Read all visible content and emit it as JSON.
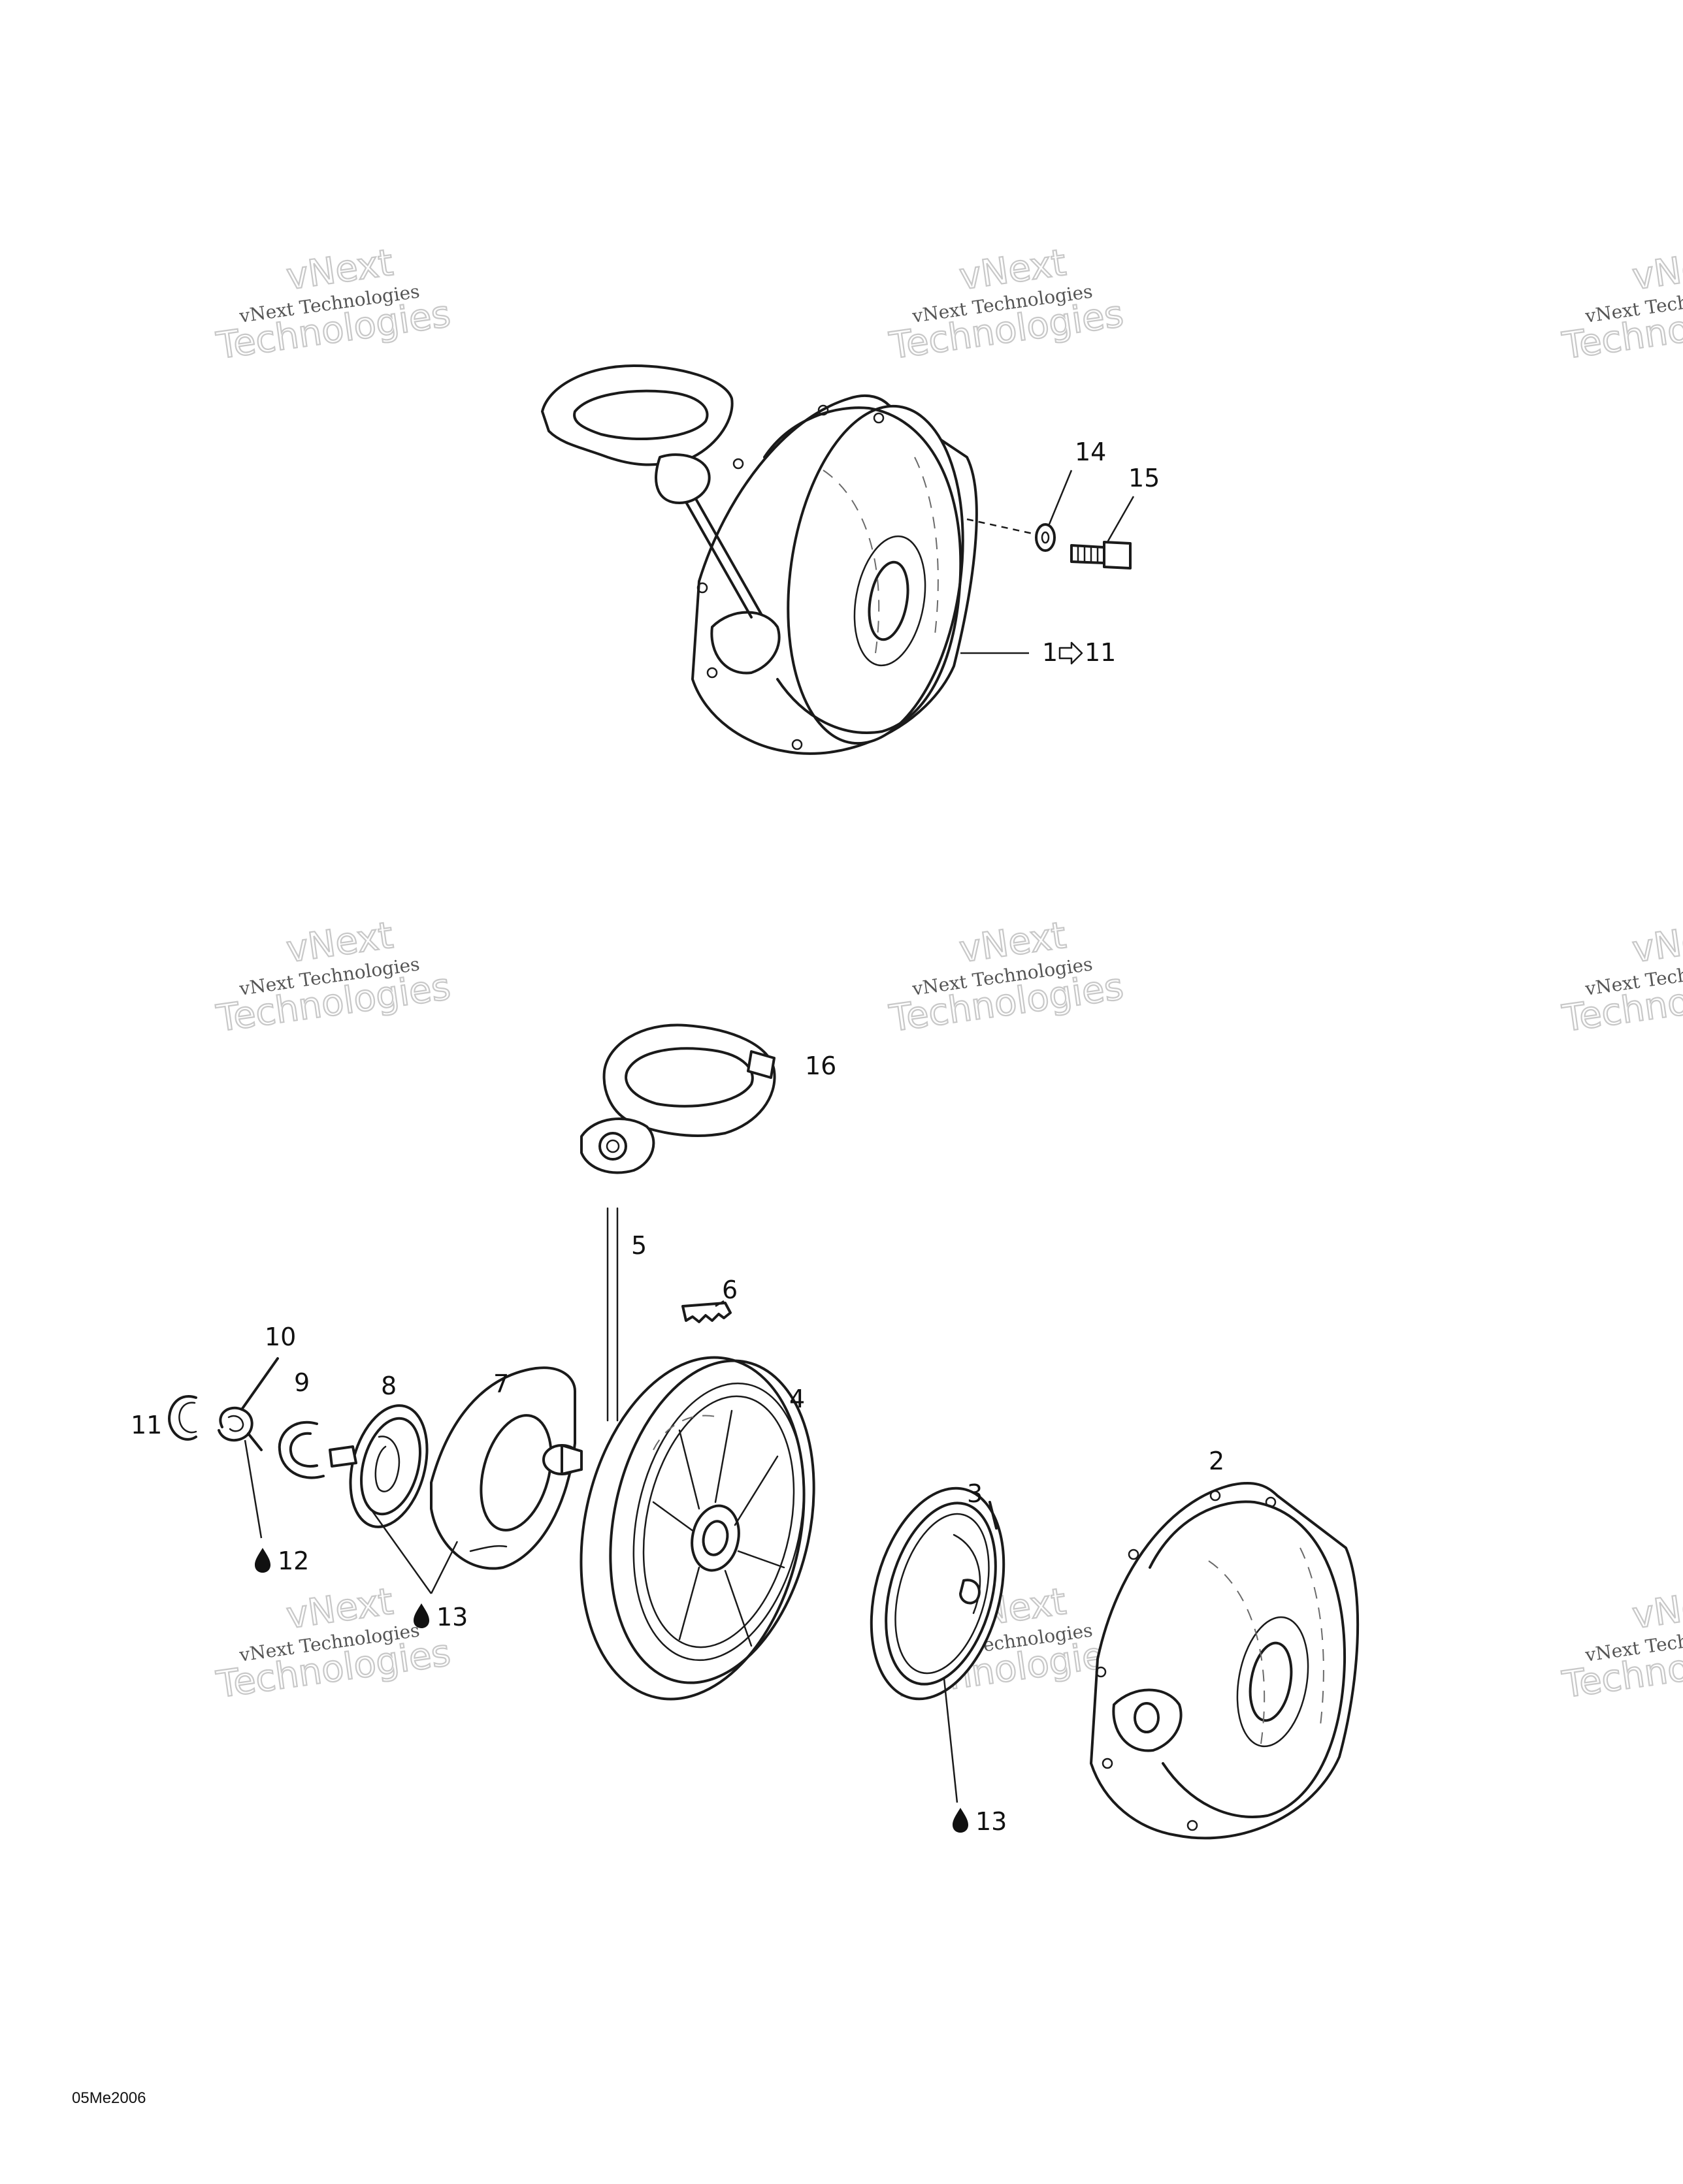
{
  "callouts": {
    "c1_11": "1",
    "c1_11_end": "11",
    "c2": "2",
    "c3": "3",
    "c4": "4",
    "c5": "5",
    "c6": "6",
    "c7": "7",
    "c8": "8",
    "c9": "9",
    "c10": "10",
    "c11": "11",
    "c12": "12",
    "c13a": "13",
    "c13b": "13",
    "c14": "14",
    "c15": "15",
    "c16": "16"
  },
  "watermark": {
    "line1": "vNext",
    "line2": "vNext Technologies",
    "line3": "Technologies"
  },
  "drawing_code": "05Me2006",
  "icons": {
    "lubricant_drop": "drop-icon",
    "range_arrow": "arrow-right-icon"
  }
}
